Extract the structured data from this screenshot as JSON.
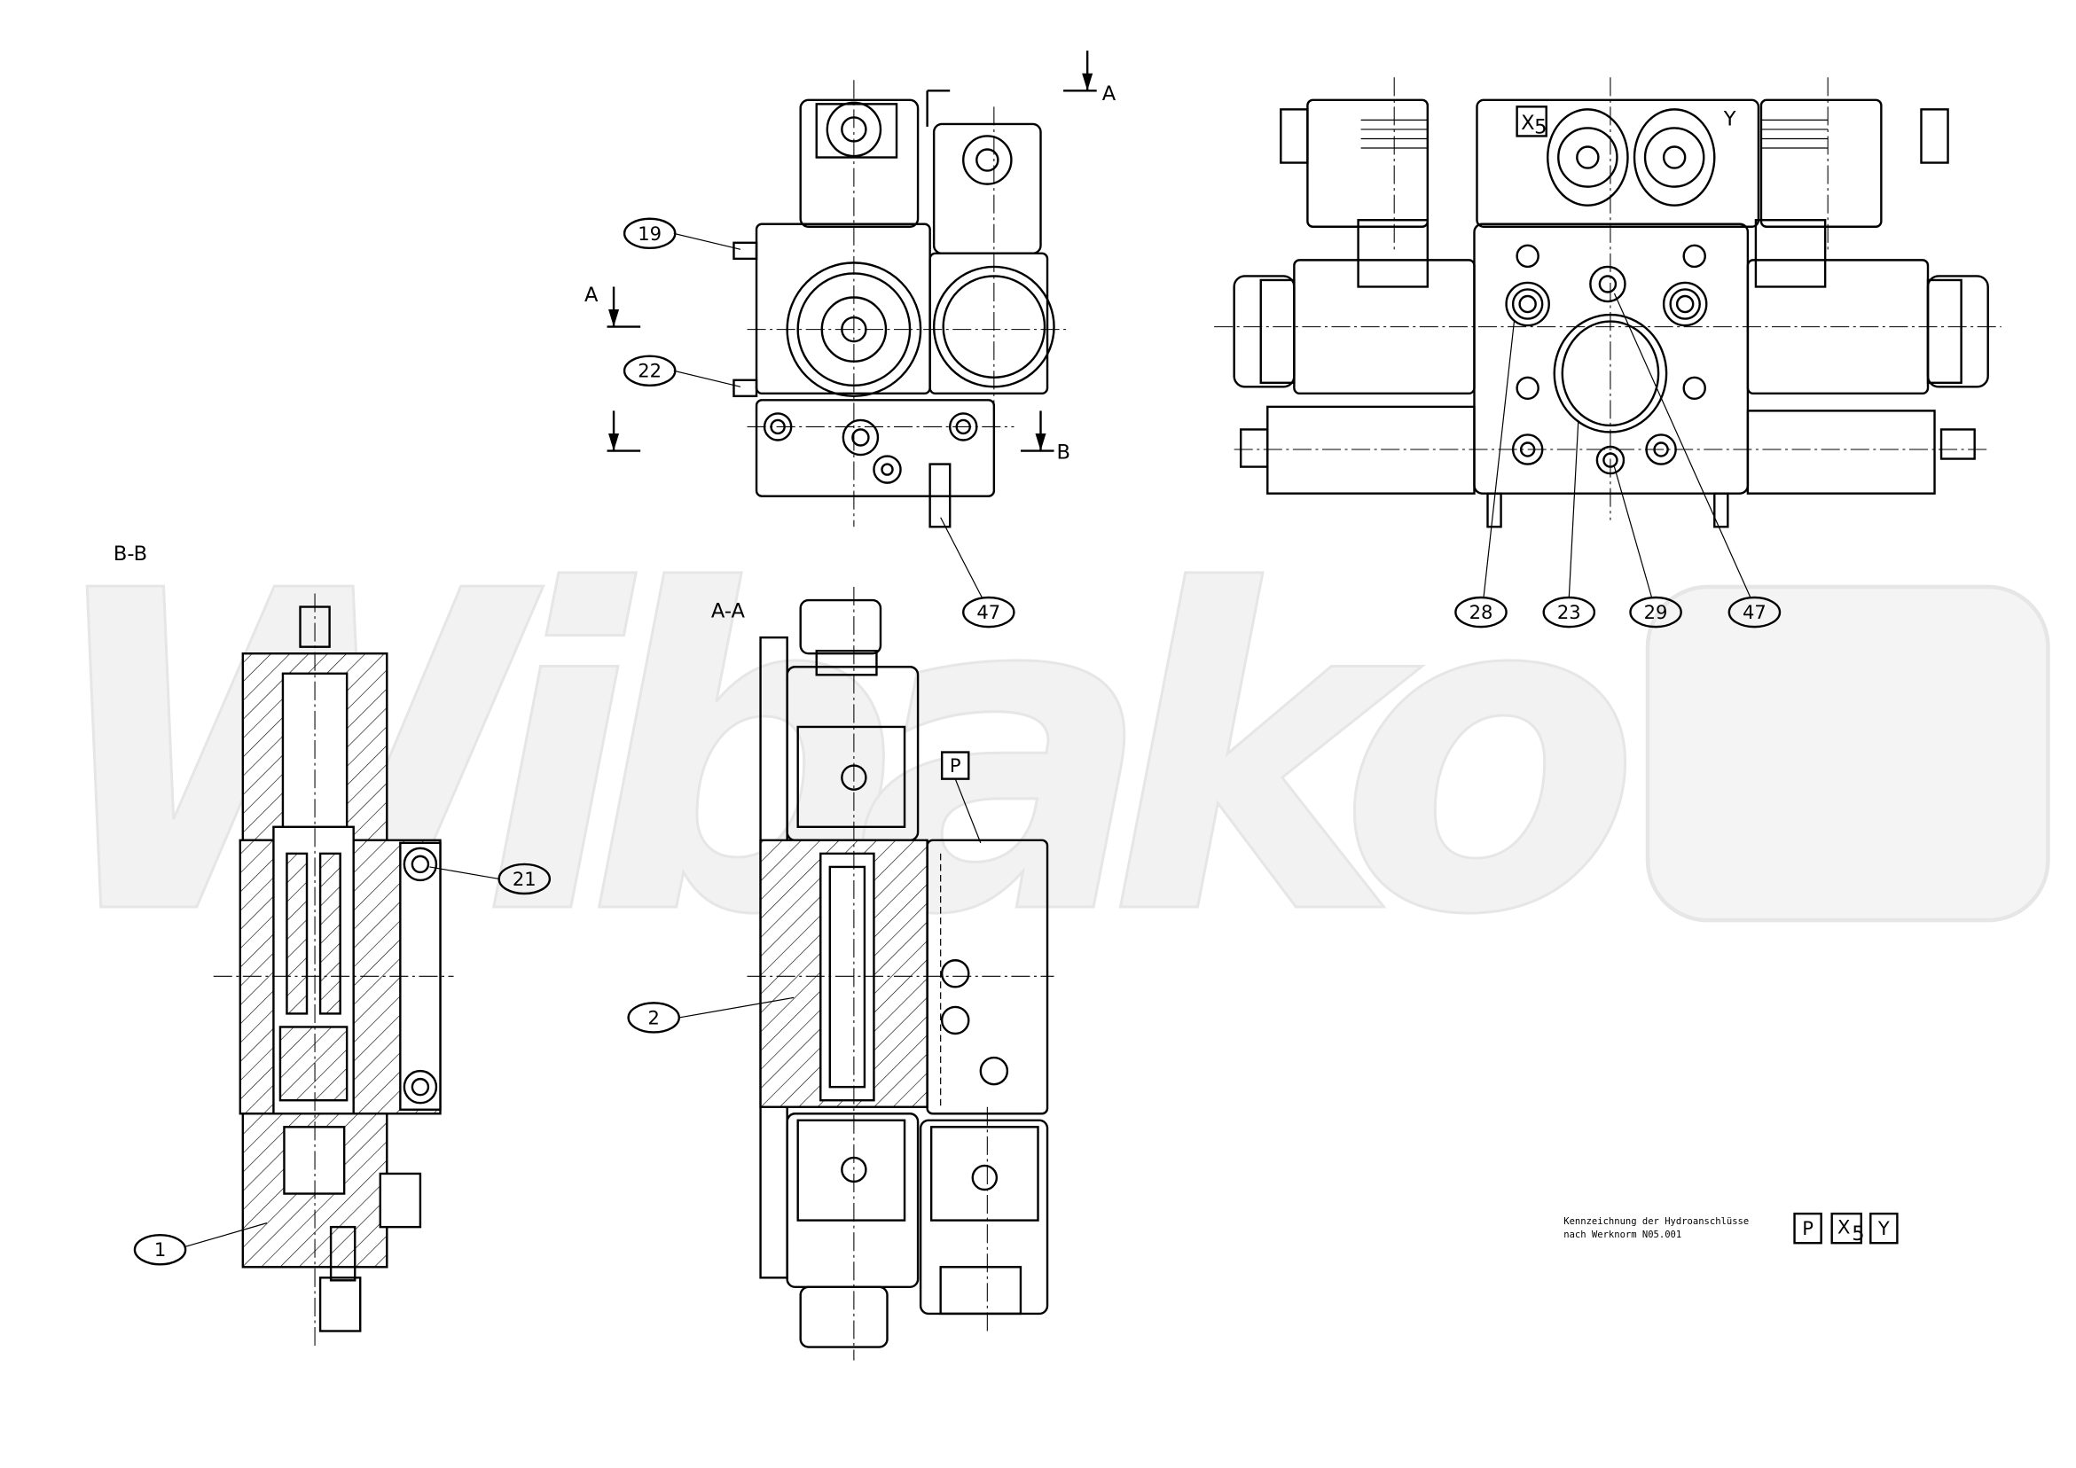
{
  "watermark": "Wibako",
  "section_labels": {
    "bb": "B-B",
    "aa": "A-A"
  },
  "cut_markers": {
    "a_top": "A",
    "a_left": "A",
    "b_right": "B"
  },
  "balloons": {
    "b19": "19",
    "b22": "22",
    "b47_top": "47",
    "b28": "28",
    "b23": "23",
    "b29": "29",
    "b47_right": "47",
    "b21": "21",
    "b1": "1",
    "b2": "2"
  },
  "port_labels": {
    "p": "P",
    "x": "X",
    "x_sub": "5",
    "y": "Y"
  },
  "note": {
    "line1": "Kennzeichnung der Hydroanschlüsse",
    "line2": "nach Werknorm N05.001",
    "legend": [
      {
        "main": "P",
        "sub": ""
      },
      {
        "main": "X",
        "sub": "5"
      },
      {
        "main": "Y",
        "sub": ""
      }
    ]
  }
}
